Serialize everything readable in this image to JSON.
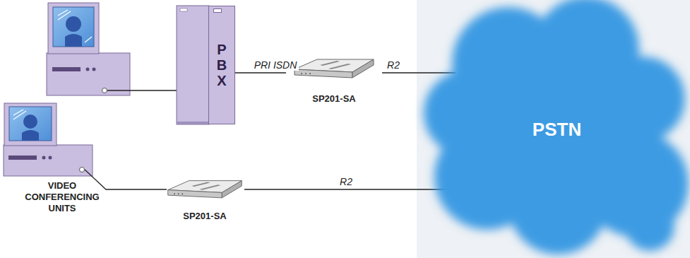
{
  "diagram": {
    "nodes": [
      {
        "text": [
          "PBX"
        ]
      },
      {
        "text": [
          "SP201-SA"
        ]
      },
      {
        "text": [
          "SP201-SA"
        ]
      },
      {
        "text": [
          "PSTN"
        ]
      }
    ],
    "edges": [
      {
        "from": 0,
        "to": 1,
        "arrow": "none",
        "label": "PRI ISDN"
      },
      {
        "from": 1,
        "to": 3,
        "arrow": "none",
        "label": "R2"
      },
      {
        "from": 2,
        "to": 3,
        "arrow": "none",
        "label": "R2"
      }
    ],
    "labels": [
      "VIDEO CONFERENCING UNITS"
    ]
  }
}
